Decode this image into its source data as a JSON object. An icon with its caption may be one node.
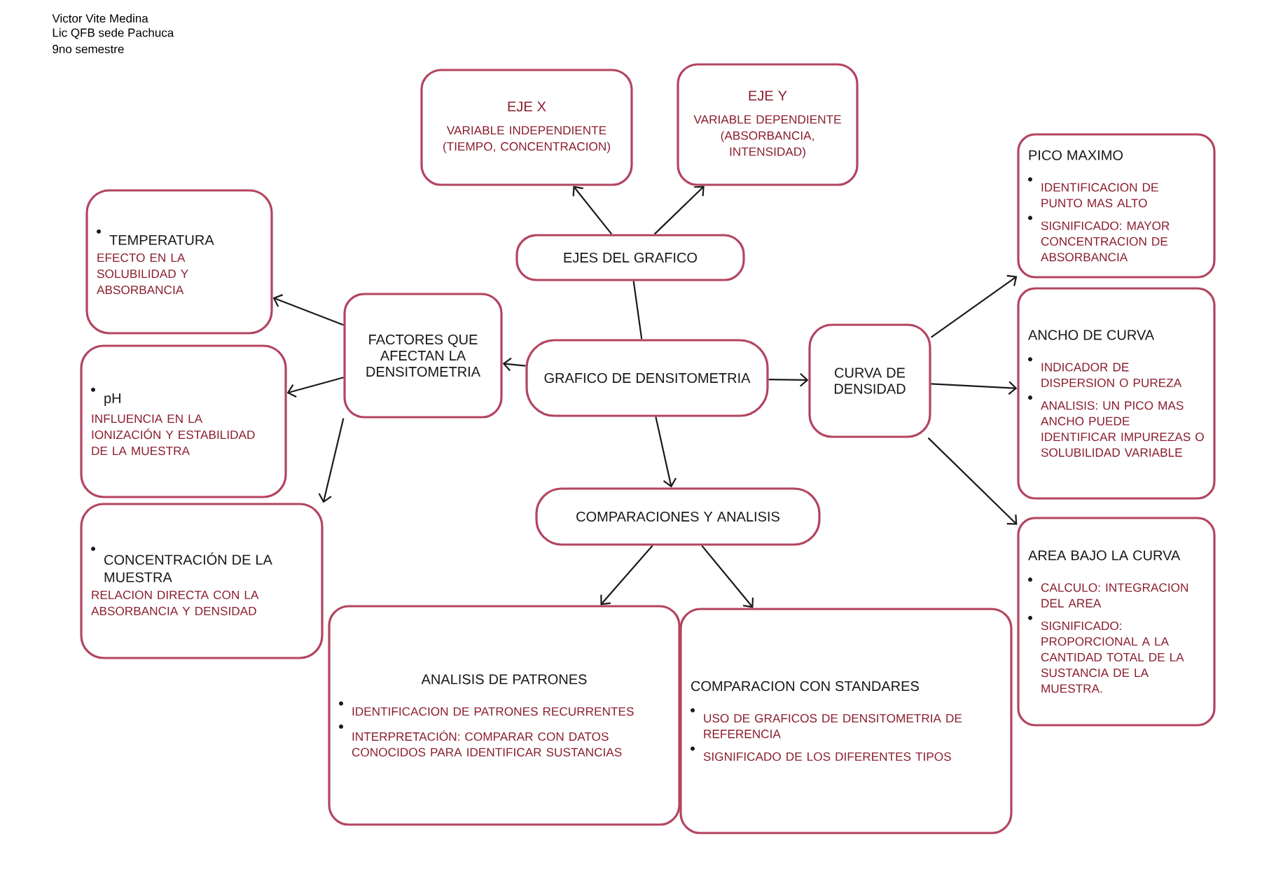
{
  "diagram": {
    "nodes": [
      {
        "text": [
          "GRAFICO DE DENSITOMETRIA"
        ]
      },
      {
        "text": [
          "EJES DEL GRAFICO"
        ]
      },
      {
        "text": [
          "EJE X",
          "VARIABLE INDEPENDIENTE (TIEMPO, CONCENTRACION)"
        ]
      },
      {
        "text": [
          "EJE Y",
          "VARIABLE DEPENDIENTE (ABSORBANCIA, INTENSIDAD)"
        ]
      },
      {
        "text": [
          "FACTORES QUE AFECTAN LA DENSITOMETRIA"
        ]
      },
      {
        "text": [
          "TEMPERATURA",
          "EFECTO EN LA SOLUBILIDAD Y ABSORBANCIA"
        ]
      },
      {
        "text": [
          "pH",
          "INFLUENCIA EN LA IONIZACIÓN Y ESTABILIDAD DE LA MUESTRA"
        ]
      },
      {
        "text": [
          "CONCENTRACIÓN DE LA MUESTRA",
          "RELACION DIRECTA CON LA ABSORBANCIA Y DENSIDAD"
        ]
      },
      {
        "text": [
          "CURVA DE DENSIDAD"
        ]
      },
      {
        "text": [
          "PICO MAXIMO",
          "IDENTIFICACION DE PUNTO MAS ALTO",
          "SIGNIFICADO: MAYOR CONCENTRACION DE ABSORBANCIA"
        ]
      },
      {
        "text": [
          "ANCHO DE CURVA",
          "INDICADOR DE DISPERSION O PUREZA",
          "ANALISIS: UN PICO MAS ANCHO PUEDE IDENTIFICAR IMPUREZAS O SOLUBILIDAD VARIABLE"
        ]
      },
      {
        "text": [
          "AREA BAJO LA CURVA",
          "CALCULO: INTEGRACION DEL AREA",
          "SIGNIFICADO: PROPORCIONAL A LA CANTIDAD TOTAL DE LA SUSTANCIA DE LA MUESTRA."
        ]
      },
      {
        "text": [
          "COMPARACIONES Y ANALISIS"
        ]
      },
      {
        "text": [
          "ANALISIS DE PATRONES",
          "IDENTIFICACION DE PATRONES RECURRENTES",
          "INTERPRETACIÓN: COMPARAR CON DATOS CONOCIDOS PARA IDENTIFICAR SUSTANCIAS"
        ]
      },
      {
        "text": [
          "COMPARACION CON STANDARES",
          "USO DE GRAFICOS DE DENSITOMETRIA DE REFERENCIA",
          "SIGNIFICADO DE LOS DIFERENTES TIPOS"
        ]
      }
    ],
    "edges": [
      {
        "from": 0,
        "to": 1,
        "arrow": "none"
      },
      {
        "from": 1,
        "to": 2,
        "arrow": "to"
      },
      {
        "from": 1,
        "to": 3,
        "arrow": "to"
      },
      {
        "from": 0,
        "to": 4,
        "arrow": "to"
      },
      {
        "from": 4,
        "to": 5,
        "arrow": "to"
      },
      {
        "from": 4,
        "to": 6,
        "arrow": "to"
      },
      {
        "from": 4,
        "to": 7,
        "arrow": "to"
      },
      {
        "from": 0,
        "to": 8,
        "arrow": "to"
      },
      {
        "from": 8,
        "to": 9,
        "arrow": "to"
      },
      {
        "from": 8,
        "to": 10,
        "arrow": "to"
      },
      {
        "from": 8,
        "to": 11,
        "arrow": "to"
      },
      {
        "from": 0,
        "to": 12,
        "arrow": "to"
      },
      {
        "from": 12,
        "to": 13,
        "arrow": "to"
      },
      {
        "from": 12,
        "to": 14,
        "arrow": "to"
      }
    ],
    "labels": [
      "Victor Vite Medina",
      "Lic QFB sede Pachuca",
      "9no semestre"
    ]
  }
}
